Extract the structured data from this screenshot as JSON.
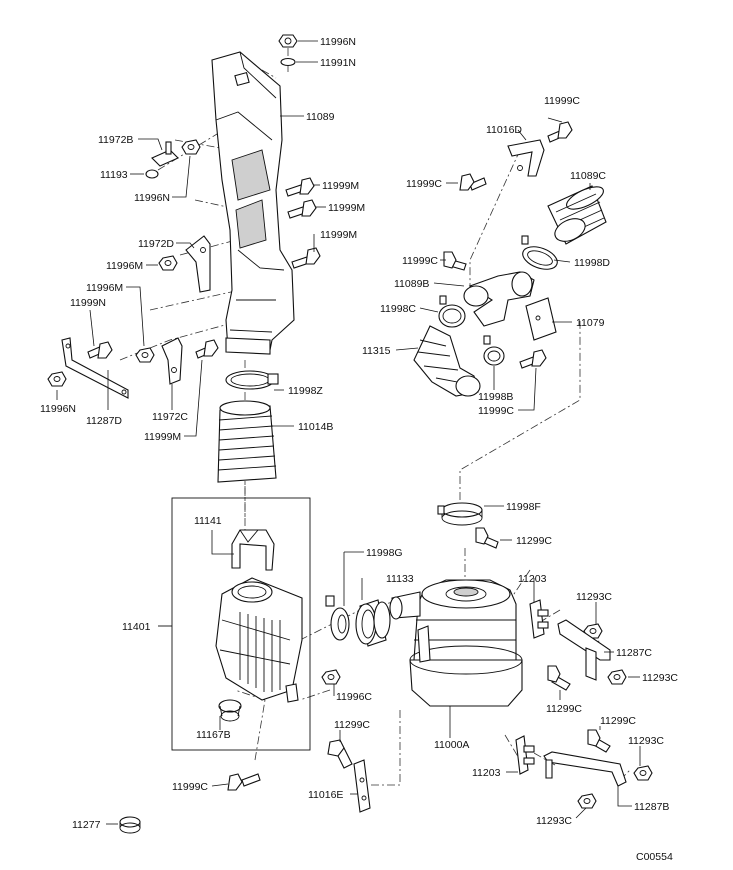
{
  "diagram_id": "C00554",
  "labels": {
    "l_11996N_top": "11996N",
    "l_11991N": "11991N",
    "l_11089": "11089",
    "l_11972B": "11972B",
    "l_11193": "11193",
    "l_11996N_a": "11996N",
    "l_11999M_a": "11999M",
    "l_11999M_b": "11999M",
    "l_11999M_c": "11999M",
    "l_11972D": "11972D",
    "l_11996M_a": "11996M",
    "l_11996M_b": "11996M",
    "l_11999N": "11999N",
    "l_11996N_b": "11996N",
    "l_11287D": "11287D",
    "l_11972C": "11972C",
    "l_11999M_d": "11999M",
    "l_11998Z": "11998Z",
    "l_11014B": "11014B",
    "l_11999C_top": "11999C",
    "l_11016D": "11016D",
    "l_11999C_a": "11999C",
    "l_11089C": "11089C",
    "l_11999C_b": "11999C",
    "l_11998D": "11998D",
    "l_11089B": "11089B",
    "l_11998C": "11998C",
    "l_11079": "11079",
    "l_11315": "11315",
    "l_11998B": "11998B",
    "l_11999C_c": "11999C",
    "l_11998F": "11998F",
    "l_11299C_a": "11299C",
    "l_11141": "11141",
    "l_11998G": "11998G",
    "l_11133": "11133",
    "l_11203_a": "11203",
    "l_11293C_a": "11293C",
    "l_11401": "11401",
    "l_11287C": "11287C",
    "l_11293C_b": "11293C",
    "l_11299C_b": "11299C",
    "l_11996C": "11996C",
    "l_11167B": "11167B",
    "l_11299C_c": "11299C",
    "l_11000A": "11000A",
    "l_11299C_d": "11299C",
    "l_11293C_c": "11293C",
    "l_11203_b": "11203",
    "l_11999C_d": "11999C",
    "l_11016E": "11016E",
    "l_11287B": "11287B",
    "l_11277": "11277",
    "l_11293C_d": "11293C"
  }
}
